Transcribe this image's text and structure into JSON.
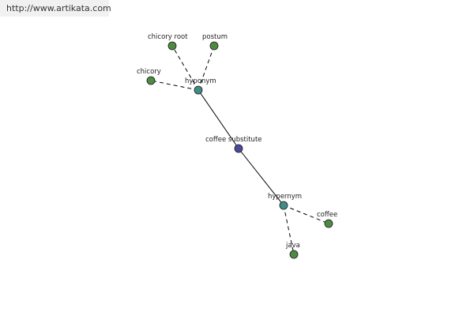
{
  "site_url": "http://www.artikata.com",
  "colors": {
    "leaf": "#4e8a42",
    "relation": "#3f8c86",
    "center": "#4a4a9c",
    "edge": "#000000",
    "url_bg": "#f1f1f1"
  },
  "graph": {
    "center": {
      "id": "coffee-substitute",
      "label": "coffee substitute"
    },
    "relations": [
      {
        "id": "hyponym",
        "label": "hyponym",
        "children": [
          {
            "id": "chicory-root",
            "label": "chicory root"
          },
          {
            "id": "postum",
            "label": "postum"
          },
          {
            "id": "chicory",
            "label": "chicory"
          }
        ]
      },
      {
        "id": "hypernym",
        "label": "hypernym",
        "children": [
          {
            "id": "coffee",
            "label": "coffee"
          },
          {
            "id": "java",
            "label": "java"
          }
        ]
      }
    ]
  }
}
